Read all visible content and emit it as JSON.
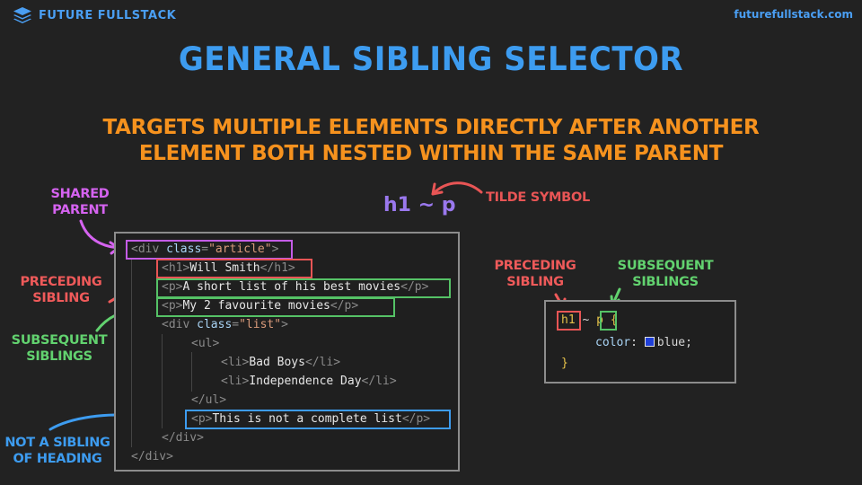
{
  "header": {
    "brand_name": "FUTURE FULLSTACK",
    "site_url": "futurefullstack.com",
    "logo_icon": "stacked-layers-icon"
  },
  "title": "General Sibling Selector",
  "subtitle_line1": "Targets multiple elements directly after another",
  "subtitle_line2": "element both nested within the same parent",
  "selector": "h1 ~ p",
  "annotations": {
    "tilde": "Tilde Symbol",
    "shared_parent_1": "Shared",
    "shared_parent_2": "Parent",
    "preceding_1": "Preceding",
    "preceding_2": "Sibling",
    "subsequent_1": "Subsequent",
    "subsequent_2": "Siblings",
    "not_sibling_1": "Not a sibling",
    "not_sibling_2": "of heading",
    "css_preceding_1": "Preceding",
    "css_preceding_2": "Sibling",
    "css_subsequent_1": "Subsequent",
    "css_subsequent_2": "Siblings"
  },
  "html_code": {
    "div_open_tag": "<div ",
    "div_attr": "class",
    "div_eq": "=",
    "div_article": "\"article\"",
    "div_close_bracket": ">",
    "h1_open": "<h1>",
    "h1_text": "Will Smith",
    "h1_close": "</h1>",
    "p1_open": "<p>",
    "p1_text": "A short list of his best movies",
    "p1_close": "</p>",
    "p2_open": "<p>",
    "p2_text": "My 2 favourite movies",
    "p2_close": "</p>",
    "div_list_open": "<div ",
    "div_list_attr": "class",
    "div_list_eq": "=",
    "div_list_value": "\"list\"",
    "div_list_close_bracket": ">",
    "ul_open": "<ul>",
    "li1_open": "<li>",
    "li1_text": "Bad Boys",
    "li1_close": "</li>",
    "li2_open": "<li>",
    "li2_text": "Independence Day",
    "li2_close": "</li>",
    "ul_close": "</ul>",
    "p3_open": "<p>",
    "p3_text": "This is not a complete list",
    "p3_close": "</p>",
    "div_list_end": "</div>",
    "div_article_end": "</div>"
  },
  "css_code": {
    "sel_h1": "h1",
    "tilde": " ~ ",
    "sel_p": "p",
    "open_brace": " {",
    "prop": "color",
    "colon": ": ",
    "value": "blue",
    "semicolon": ";",
    "close_brace": "}"
  },
  "colors": {
    "background": "#222222",
    "title_blue": "#3d9cf0",
    "subtitle_orange": "#f6921e",
    "selector_purple": "#9a78ee",
    "shared_purple": "#d563f0",
    "preceding_red": "#ef5a5a",
    "subsequent_green": "#62d26f",
    "not_sibling_blue": "#3d9cf0",
    "swatch_blue": "#1f3fd8"
  }
}
